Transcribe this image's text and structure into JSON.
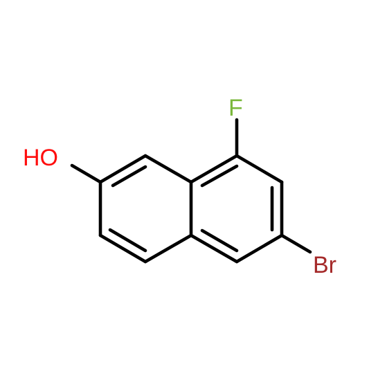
{
  "molecule": {
    "atoms": {
      "hydroxyl": {
        "text": "HO",
        "color": "#ff0d0d"
      },
      "fluorine": {
        "text": "F",
        "color": "#7ab83c"
      },
      "bromine": {
        "text": "Br",
        "color": "#a52a2a"
      }
    },
    "bond_color": "#000000"
  }
}
